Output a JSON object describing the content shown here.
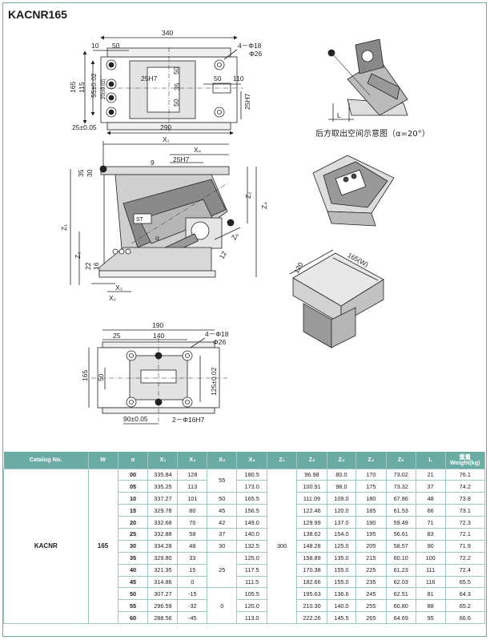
{
  "title": "KACNR165",
  "caption": "后方取出空间示意图（α=20°）",
  "views": {
    "top": {
      "d340": "340",
      "d10": "10",
      "d50": "50",
      "hole": "4－Φ18",
      "cbore": "Φ26",
      "d25H7": "25H7",
      "d50a": "50",
      "d35": "35",
      "d50b": "50",
      "d50c": "50",
      "d110": "110",
      "d165": "165",
      "d115": "115",
      "d55": "55±0.02",
      "d20": "20(±0.02)",
      "d25H7v": "25H7",
      "d25": "25±0.05",
      "d290": "290"
    },
    "side": {
      "x1": "X₁",
      "x4": "X₄",
      "d9": "9",
      "d25H7": "25H7",
      "d35": "35",
      "d30": "30",
      "z1": "Z₁",
      "z2": "Z₂",
      "z4": "Z₄",
      "z5": "Z₅",
      "z3": "Z₃",
      "d22": "22",
      "d16": "16",
      "d12": "12",
      "x3": "X₃",
      "x2": "X₂",
      "alpha": "α",
      "st": "ST"
    },
    "base": {
      "d190": "190",
      "d25": "25",
      "d140": "140",
      "hole": "4－Φ18",
      "cbore": "Φ26",
      "d165": "165",
      "d50": "50",
      "d125": "125±0.02",
      "d90": "90±0.05",
      "pins": "2－Φ16H7"
    },
    "iso": {
      "d165w": "165(W)",
      "d120": "120",
      "dL": "L"
    }
  },
  "table": {
    "headers": [
      "Catalog No.",
      "W",
      "α",
      "X₁",
      "X₂",
      "X₃",
      "X₄",
      "Z₁",
      "Z₂",
      "Z₃",
      "Z₄",
      "Z₅",
      "L",
      "重量",
      "Weight(kg)"
    ],
    "catalog": "KACNR",
    "w": "165",
    "z1": "300",
    "x3_groups": [
      {
        "value": "55",
        "rows": 2
      },
      {
        "value": "50",
        "rows": 1
      },
      {
        "value": "45",
        "rows": 1
      },
      {
        "value": "42",
        "rows": 1
      },
      {
        "value": "37",
        "rows": 1
      },
      {
        "value": "30",
        "rows": 1
      },
      {
        "value": "25",
        "rows": 3
      },
      {
        "value": "0",
        "rows": 3
      }
    ],
    "rows": [
      {
        "alpha": "00",
        "x1": "335.84",
        "x2": "128",
        "x4": "180.5",
        "z2": "96.98",
        "z3": "80.0",
        "z4": "170",
        "z5": "73.02",
        "l": "21",
        "weight": "76.1"
      },
      {
        "alpha": "05",
        "x1": "335.25",
        "x2": "113",
        "x4": "173.0",
        "z2": "100.91",
        "z3": "98.0",
        "z4": "175",
        "z5": "73.32",
        "l": "37",
        "weight": "74.2"
      },
      {
        "alpha": "10",
        "x1": "337.27",
        "x2": "101",
        "x4": "165.5",
        "z2": "111.09",
        "z3": "109.0",
        "z4": "180",
        "z5": "67.86",
        "l": "48",
        "weight": "73.8"
      },
      {
        "alpha": "15",
        "x1": "329.78",
        "x2": "80",
        "x4": "156.5",
        "z2": "122.46",
        "z3": "120.0",
        "z4": "185",
        "z5": "61.53",
        "l": "66",
        "weight": "73.1"
      },
      {
        "alpha": "20",
        "x1": "332.68",
        "x2": "70",
        "x4": "149.0",
        "z2": "129.99",
        "z3": "137.0",
        "z4": "190",
        "z5": "59.49",
        "l": "71",
        "weight": "72.3"
      },
      {
        "alpha": "25",
        "x1": "332.88",
        "x2": "58",
        "x4": "140.0",
        "z2": "138.62",
        "z3": "154.0",
        "z4": "195",
        "z5": "56.61",
        "l": "83",
        "weight": "72.1"
      },
      {
        "alpha": "30",
        "x1": "334.28",
        "x2": "48",
        "x4": "132.5",
        "z2": "148.28",
        "z3": "125.0",
        "z4": "205",
        "z5": "58.57",
        "l": "90",
        "weight": "71.9"
      },
      {
        "alpha": "35",
        "x1": "329.80",
        "x2": "33",
        "x4": "125.0",
        "z2": "158.89",
        "z3": "135.0",
        "z4": "215",
        "z5": "60.10",
        "l": "100",
        "weight": "72.2"
      },
      {
        "alpha": "40",
        "x1": "321.35",
        "x2": "15",
        "x4": "117.5",
        "z2": "170.38",
        "z3": "155.0",
        "z4": "225",
        "z5": "61.23",
        "l": "111",
        "weight": "72.4"
      },
      {
        "alpha": "45",
        "x1": "314.86",
        "x2": "0",
        "x4": "111.5",
        "z2": "182.66",
        "z3": "155.0",
        "z4": "235",
        "z5": "62.03",
        "l": "116",
        "weight": "65.5"
      },
      {
        "alpha": "50",
        "x1": "307.27",
        "x2": "-15",
        "x4": "105.5",
        "z2": "195.63",
        "z3": "136.6",
        "z4": "245",
        "z5": "62.51",
        "l": "81",
        "weight": "64.3"
      },
      {
        "alpha": "55",
        "x1": "296.59",
        "x2": "-32",
        "x4": "120.0",
        "z2": "210.30",
        "z3": "140.0",
        "z4": "255",
        "z5": "60.80",
        "l": "88",
        "weight": "65.2"
      },
      {
        "alpha": "60",
        "x1": "288.56",
        "x2": "-45",
        "x4": "113.0",
        "z2": "222.26",
        "z3": "145.5",
        "z4": "265",
        "z5": "64.69",
        "l": "95",
        "weight": "66.6"
      }
    ]
  }
}
